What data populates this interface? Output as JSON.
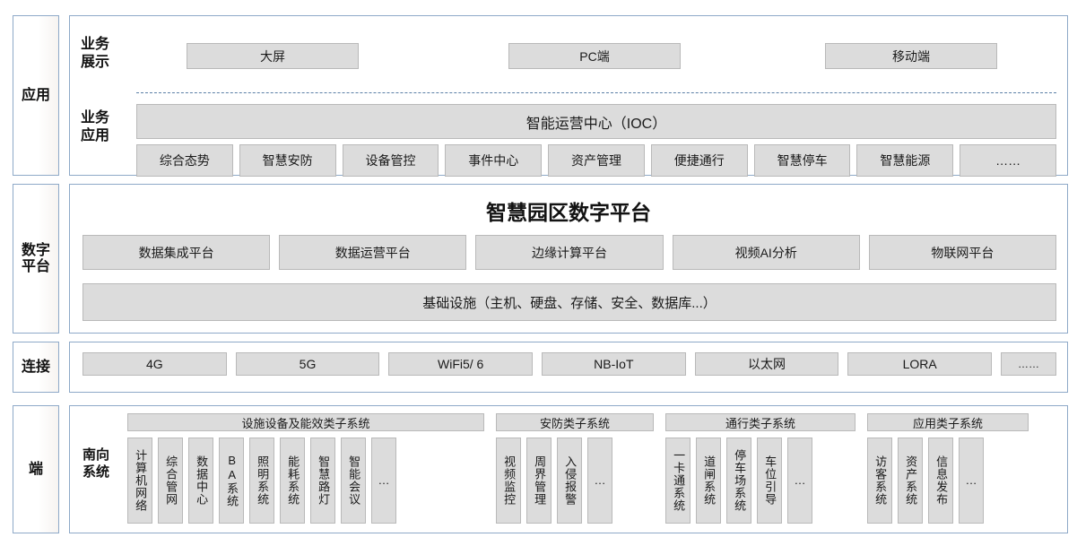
{
  "layers": [
    {
      "tab": "应用",
      "display_label": "业务\n展示",
      "bizapp_label": "业务\n应用",
      "display_items": [
        "大屏",
        "PC端",
        "移动端"
      ],
      "ioc": "智能运营中心（IOC）",
      "apps": [
        "综合态势",
        "智慧安防",
        "设备管控",
        "事件中心",
        "资产管理",
        "便捷通行",
        "智慧停车",
        "智慧能源",
        "……"
      ]
    },
    {
      "tab": "数字\n平台",
      "title": "智慧园区数字平台",
      "platforms": [
        "数据集成平台",
        "数据运营平台",
        "边缘计算平台",
        "视频AI分析",
        "物联网平台"
      ],
      "infrastructure": "基础设施（主机、硬盘、存储、安全、数据库...）"
    },
    {
      "tab": "连接",
      "networks": [
        "4G",
        "5G",
        "WiFi5/ 6",
        "NB-IoT",
        "以太网",
        "LORA"
      ],
      "more": "……"
    },
    {
      "tab": "端",
      "south_label": "南向\n系统",
      "groups": [
        {
          "head": "设施设备及能效类子系统",
          "items": [
            "计算机网络",
            "综合管网",
            "数据中心",
            "BA系统",
            "照明系统",
            "能耗系统",
            "智慧路灯",
            "智能会议",
            "…"
          ]
        },
        {
          "head": "安防类子系统",
          "items": [
            "视频监控",
            "周界管理",
            "入侵报警",
            "…"
          ]
        },
        {
          "head": "通行类子系统",
          "items": [
            "一卡通系统",
            "道闸系统",
            "停车场系统",
            "车位引导",
            "…"
          ]
        },
        {
          "head": "应用类子系统",
          "items": [
            "访客系统",
            "资产系统",
            "信息发布",
            "…"
          ]
        }
      ]
    }
  ],
  "colors": {
    "box_fill": "#dcdcdc",
    "box_border": "#b9b9b9",
    "frame_border": "#8ea9c8",
    "dash_line": "#5b7fa6",
    "text": "#1a1a1a"
  }
}
